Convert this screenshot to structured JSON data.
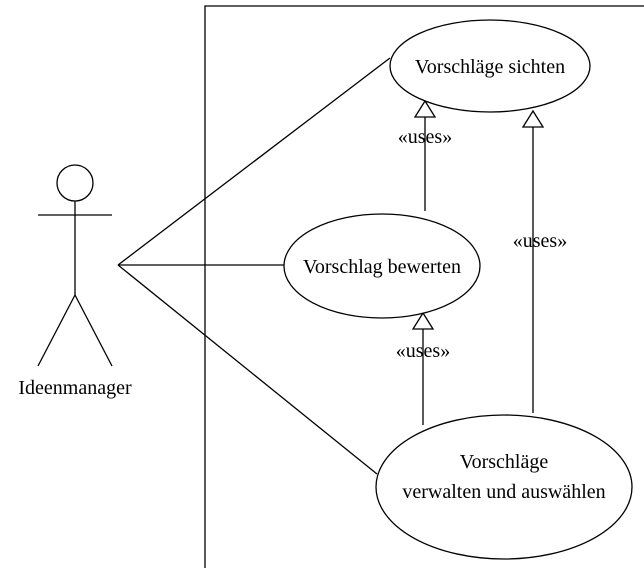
{
  "diagram": {
    "actor": {
      "label": "Ideenmanager"
    },
    "use_cases": {
      "sichten": "Vorschläge sichten",
      "bewerten": "Vorschlag bewerten",
      "verwalten_line1": "Vorschläge",
      "verwalten_line2": "verwalten und auswählen"
    },
    "relations": {
      "uses_bewerten_sichten": "«uses»",
      "uses_verwalten_sichten": "«uses»",
      "uses_verwalten_bewerten": "«uses»"
    }
  }
}
